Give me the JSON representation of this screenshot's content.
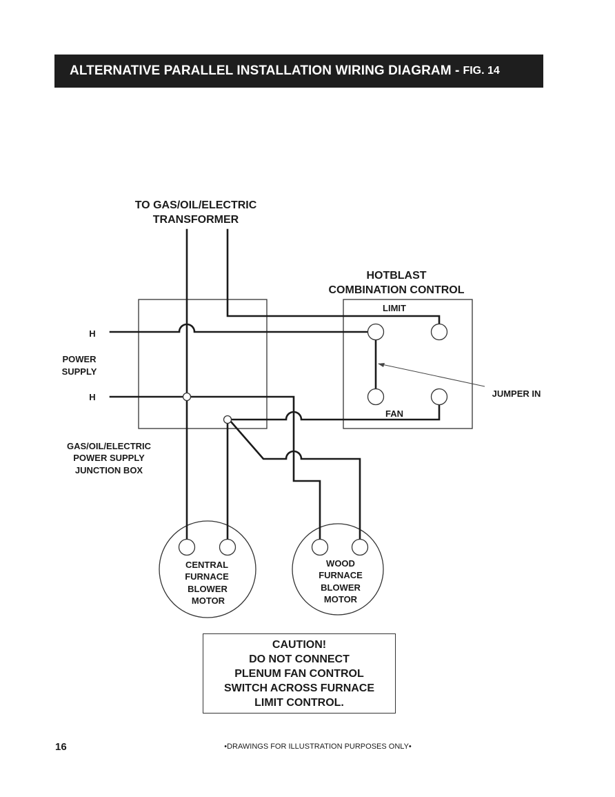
{
  "header": {
    "title": "ALTERNATIVE PARALLEL INSTALLATION WIRING DIAGRAM -",
    "figure": "FIG. 14"
  },
  "diagram": {
    "transformer_label": [
      "TO GAS/OIL/ELECTRIC",
      "TRANSFORMER"
    ],
    "control_label": [
      "HOTBLAST",
      "COMBINATION CONTROL"
    ],
    "limit_label": "LIMIT",
    "fan_label": "FAN",
    "jumper_label": "JUMPER IN",
    "h_top_label": "H",
    "h_bottom_label": "H",
    "power_supply_label": [
      "POWER",
      "SUPPLY"
    ],
    "junction_box_label": [
      "GAS/OIL/ELECTRIC",
      "POWER SUPPLY",
      "JUNCTION BOX"
    ],
    "central_motor_label": [
      "CENTRAL",
      "FURNACE",
      "BLOWER",
      "MOTOR"
    ],
    "wood_motor_label": [
      "WOOD",
      "FURNACE",
      "BLOWER",
      "MOTOR"
    ]
  },
  "caution": {
    "lines": [
      "CAUTION!",
      "DO NOT CONNECT",
      "PLENUM FAN CONTROL",
      "SWITCH ACROSS FURNACE",
      "LIMIT CONTROL."
    ]
  },
  "footer": {
    "page_number": "16",
    "note": "•DRAWINGS FOR ILLUSTRATION PURPOSES ONLY•"
  }
}
